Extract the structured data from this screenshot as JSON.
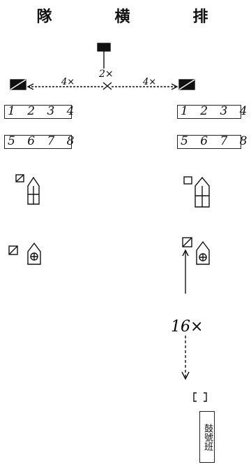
{
  "title": "隊　横　排",
  "labels": {
    "spacing_vertical": "2×",
    "spacing_left": "4×",
    "spacing_right": "4×",
    "spacing_long": "16×"
  },
  "groups": {
    "left": {
      "row1": "1 2 3 4",
      "row2": "5 6 7 8"
    },
    "right": {
      "row1": "1 2 3 4",
      "row2": "5 6 7 8"
    }
  },
  "unit_label": "鼓號班"
}
